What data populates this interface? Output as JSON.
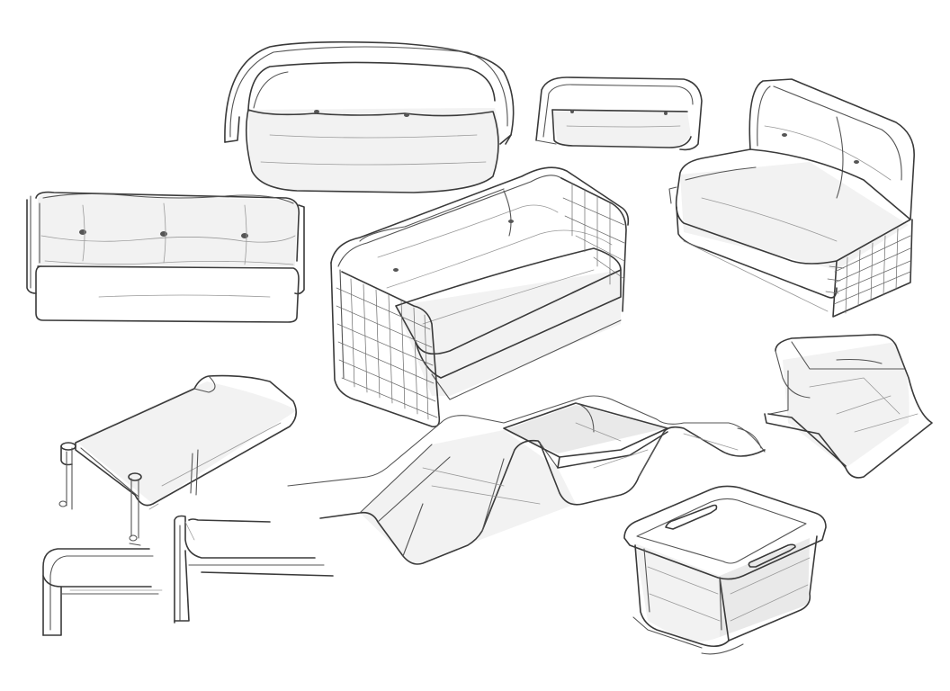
{
  "colors": {
    "paper": "#ffffff",
    "ink": "#3a3a3a",
    "ink_light": "#9a9a9a",
    "shade": "#f2f2f2"
  },
  "sketches": [
    {
      "id": "sofa-three-seat-front",
      "kind": "sofa front view"
    },
    {
      "id": "sofa-arched-back",
      "kind": "sofa with arched frame"
    },
    {
      "id": "sofa-arched-small",
      "kind": "small arched seat"
    },
    {
      "id": "loveseat-grid-sides",
      "kind": "loveseat with grid side panels"
    },
    {
      "id": "loveseat-woven-side",
      "kind": "loveseat with woven side"
    },
    {
      "id": "bench-tube-legs",
      "kind": "bench with tube legs"
    },
    {
      "id": "wave-bench",
      "kind": "undulating bench"
    },
    {
      "id": "stool-bent",
      "kind": "bent sheet stool"
    },
    {
      "id": "ottoman-box",
      "kind": "box ottoman"
    },
    {
      "id": "side-profile-left",
      "kind": "seat side profile"
    },
    {
      "id": "side-profile-right",
      "kind": "seat side profile"
    }
  ]
}
